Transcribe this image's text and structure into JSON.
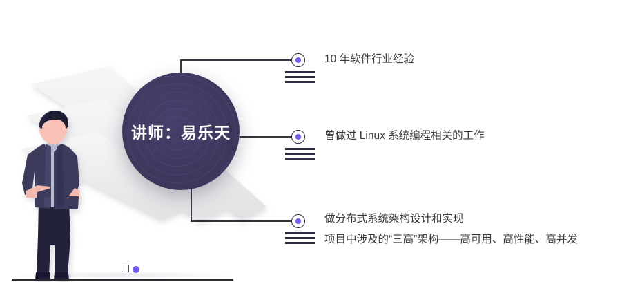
{
  "slide": {
    "background_color": "#ffffff",
    "hub": {
      "label": "讲师：易乐天",
      "fill_color": "#3f3b60",
      "text_color": "#ffffff"
    },
    "accent_color": "#6f5bf0",
    "line_color": "#2e2b42",
    "text_color": "#3a3a3a",
    "items": [
      {
        "marker": "bullet-marker-icon",
        "line1": "10 年软件行业经验",
        "line2": ""
      },
      {
        "marker": "bullet-marker-icon",
        "line1": "曾做过 Linux 系统编程相关的工作",
        "line2": ""
      },
      {
        "marker": "bullet-marker-icon",
        "line1": "做分布式系统架构设计和实现",
        "line2": "项目中涉及的“三高”架构——高可用、高性能、高并发"
      }
    ],
    "decor": {
      "person_icon": "standing-person-illustration",
      "bars_icon": "diagonal-bars-decoration",
      "square_glyph": "square-outline-glyph",
      "dot_glyph": "purple-dot-glyph",
      "ground_line": "ground-baseline"
    }
  }
}
